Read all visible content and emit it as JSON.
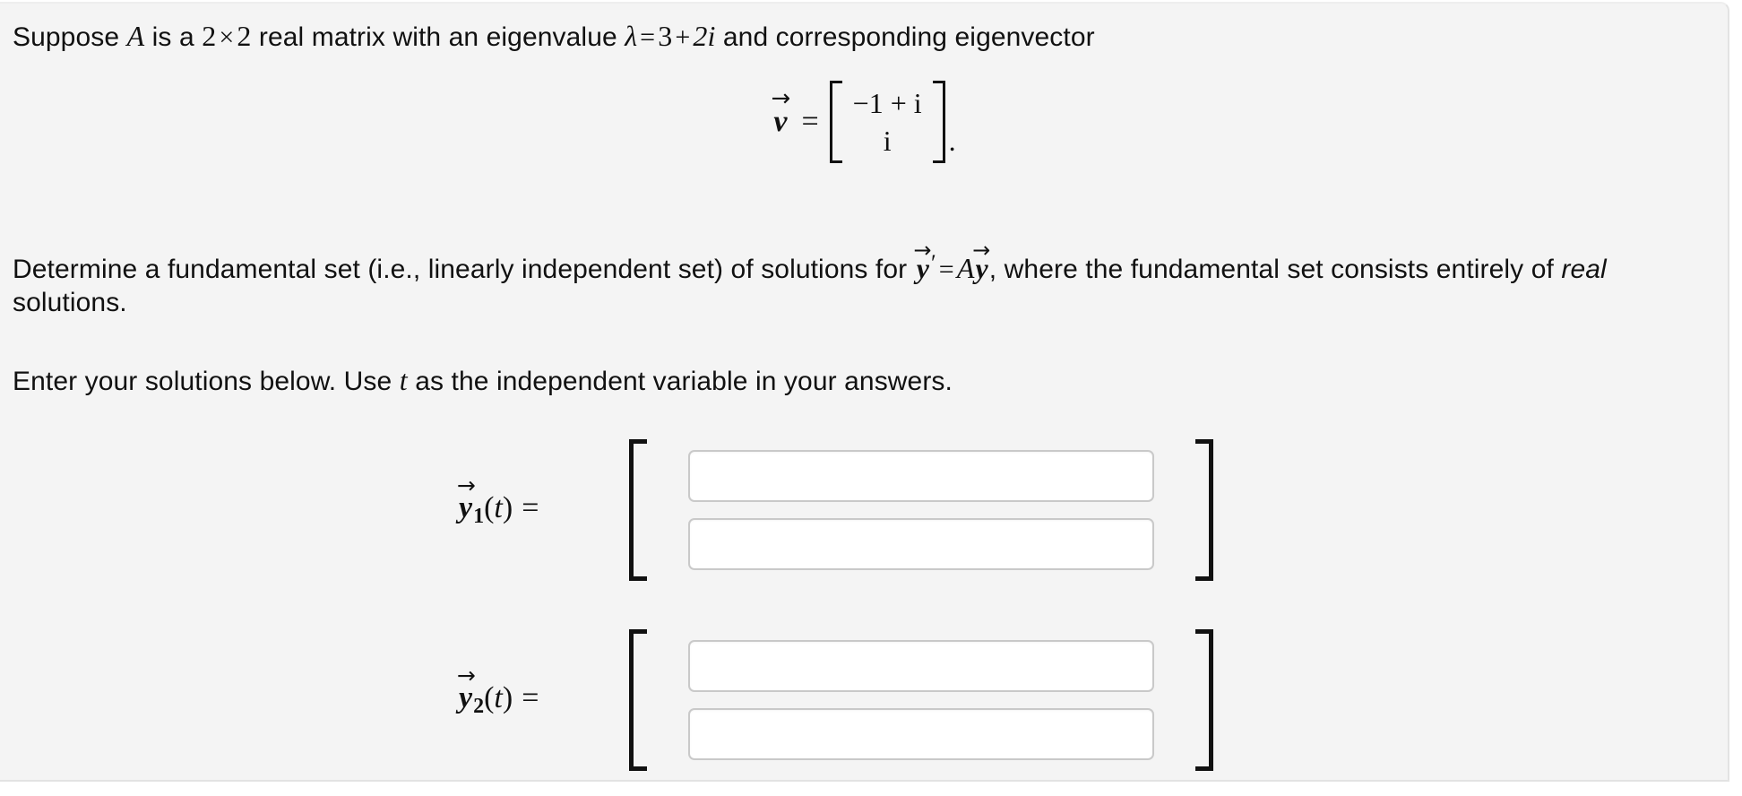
{
  "page": {
    "background": "#ffffff",
    "panel_background": "#f4f4f4",
    "text_color": "#111111",
    "input_border_color": "#c9c9c9",
    "input_background": "#ffffff"
  },
  "problem": {
    "statement_line": {
      "part1": "Suppose ",
      "matrix_symbol": "A",
      "part2": " is a ",
      "dim_rows": "2",
      "times": "×",
      "dim_cols": "2",
      "part3": " real matrix with an eigenvalue ",
      "lambda": "λ",
      "equals": "=",
      "eigenvalue_real": "3",
      "plus": "+",
      "eigenvalue_imag": "2i",
      "part4": " and corresponding eigenvector"
    },
    "eigenvector_display": {
      "vector_symbol": "v",
      "arrow": "→",
      "equals": "=",
      "entries": [
        "−1 + i",
        "i"
      ],
      "trailing_punctuation": "."
    },
    "instruction_line_1a": "Determine a fundamental set (i.e., linearly independent set) of solutions for ",
    "instruction_ode": {
      "y_symbol": "y",
      "arrow": "→",
      "prime": "′",
      "equals": "=",
      "matrix_symbol": "A",
      "y_symbol2": "y"
    },
    "instruction_line_1b": ", where the fundamental set consists entirely of ",
    "instruction_emphasis": "real",
    "instruction_line_1c": "solutions.",
    "instruction_line_2a": "Enter your solutions below. Use ",
    "instruction_variable": "t",
    "instruction_line_2b": " as the independent variable in your answers."
  },
  "answers": [
    {
      "label": {
        "y_symbol": "y",
        "arrow": "→",
        "subscript": "1",
        "open_paren": "(",
        "variable": "t",
        "close_paren": ")",
        "equals": "="
      },
      "fields": [
        {
          "value": "",
          "placeholder": ""
        },
        {
          "value": "",
          "placeholder": ""
        }
      ]
    },
    {
      "label": {
        "y_symbol": "y",
        "arrow": "→",
        "subscript": "2",
        "open_paren": "(",
        "variable": "t",
        "close_paren": ")",
        "equals": "="
      },
      "fields": [
        {
          "value": "",
          "placeholder": ""
        },
        {
          "value": "",
          "placeholder": ""
        }
      ]
    }
  ]
}
